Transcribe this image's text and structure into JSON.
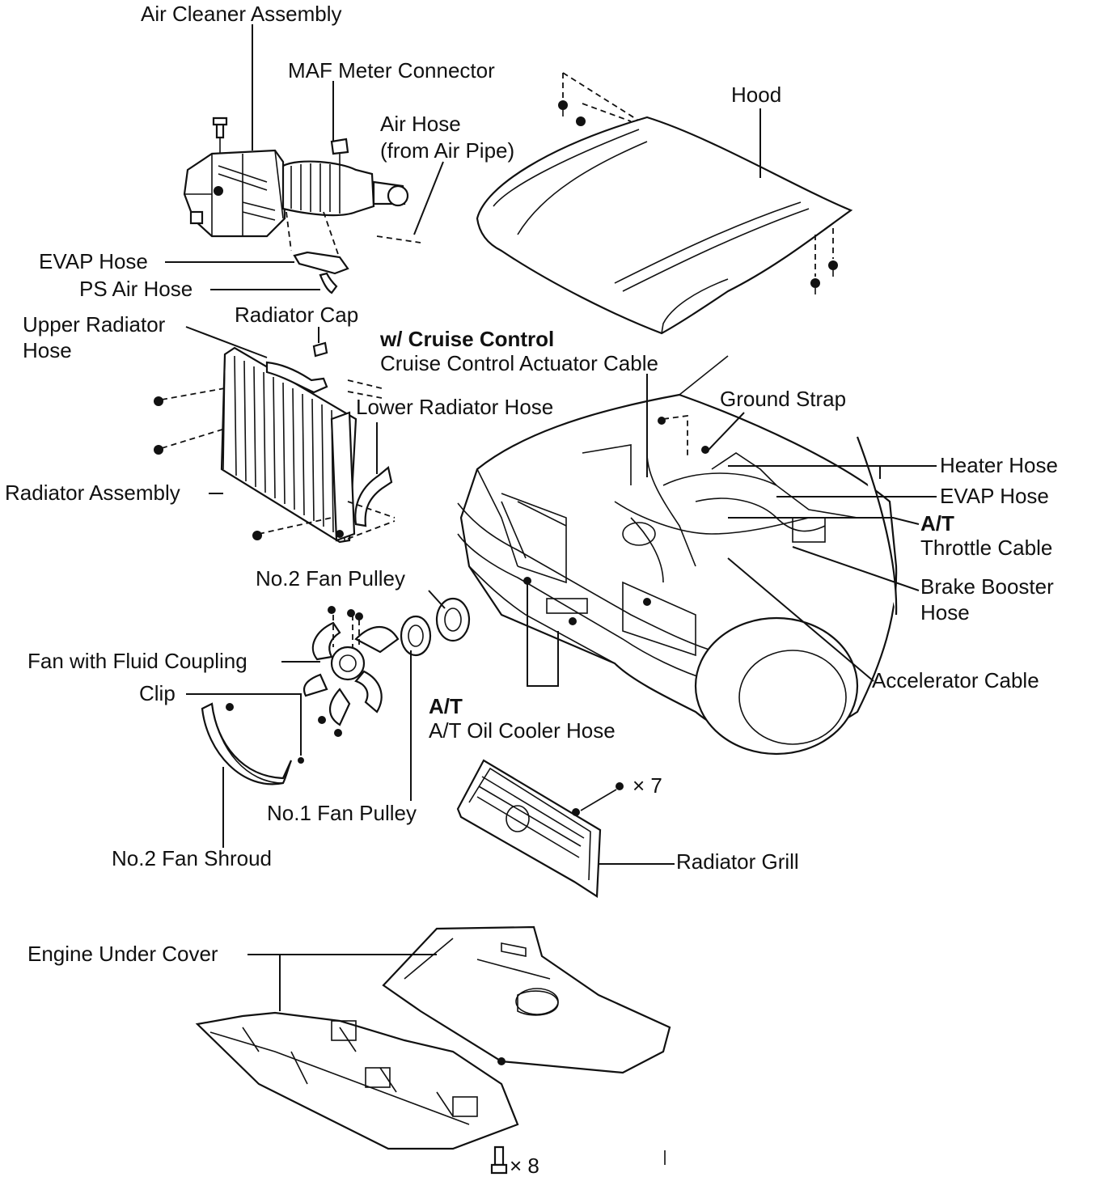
{
  "labels": {
    "air_cleaner_assembly": "Air Cleaner Assembly",
    "maf_meter_connector": "MAF Meter Connector",
    "air_hose_line1": "Air Hose",
    "air_hose_line2": "(from Air Pipe)",
    "hood": "Hood",
    "evap_hose_left": "EVAP Hose",
    "ps_air_hose": "PS Air Hose",
    "radiator_cap": "Radiator Cap",
    "upper_radiator_hose_line1": "Upper Radiator",
    "upper_radiator_hose_line2": "Hose",
    "w_cruise_control": "w/  Cruise Control",
    "cruise_control_actuator_cable": "Cruise Control Actuator Cable",
    "lower_radiator_hose": "Lower Radiator Hose",
    "ground_strap": "Ground Strap",
    "heater_hose": "Heater Hose",
    "evap_hose_right": "EVAP Hose",
    "at_throttle_prefix": "A/T",
    "throttle_cable": "Throttle Cable",
    "radiator_assembly": "Radiator Assembly",
    "brake_booster_hose_line1": "Brake Booster",
    "brake_booster_hose_line2": "Hose",
    "no2_fan_pulley": "No.2 Fan Pulley",
    "fan_with_fluid_coupling": "Fan with Fluid Coupling",
    "accelerator_cable": "Accelerator Cable",
    "clip": "Clip",
    "at_oil_cooler_prefix": "A/T",
    "at_oil_cooler_hose": "A/T Oil Cooler Hose",
    "grill_bolt_count": "× 7",
    "no1_fan_pulley": "No.1 Fan Pulley",
    "no2_fan_shroud": "No.2 Fan Shroud",
    "radiator_grill": "Radiator Grill",
    "engine_under_cover": "Engine Under Cover",
    "under_cover_bolt_count": "× 8"
  }
}
